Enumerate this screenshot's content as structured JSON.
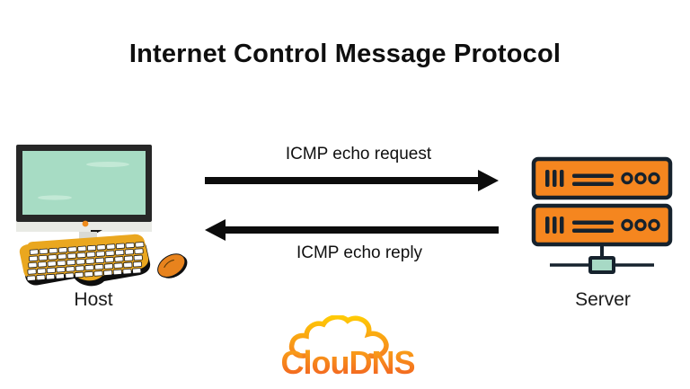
{
  "title": "Internet Control Message Protocol",
  "nodes": {
    "host_label": "Host",
    "server_label": "Server"
  },
  "flows": {
    "request_label": "ICMP echo request",
    "reply_label": "ICMP echo reply"
  },
  "logo": {
    "text": "ClouDNS"
  },
  "colors": {
    "arrow_black": "#0c0c0c",
    "text_black": "#111111",
    "server_orange": "#f5861f",
    "outline_dark": "#16222d",
    "screen_teal": "#a7dcc4",
    "connector_teal": "#a7d9c5",
    "keyboard_yellow": "#eaa71f",
    "mouse_orange": "#e8831d",
    "logo_yellow_top": "#ffca05",
    "logo_orange_bottom": "#f58220",
    "logo_text_top": "#fbae17",
    "logo_text_bottom": "#f15a22"
  },
  "icons": {
    "host": "desktop-computer-icon",
    "server": "server-rack-icon",
    "logo": "cloud-icon"
  }
}
